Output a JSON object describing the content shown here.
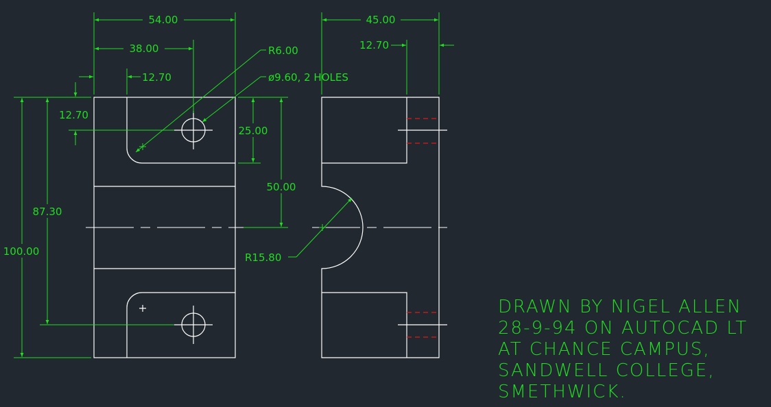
{
  "colors": {
    "background": "#212830",
    "geometry": "#ffffff",
    "dimensions": "#22dd22",
    "hidden_lines": "#e01818"
  },
  "dimensions": {
    "d54": "54.00",
    "d38": "38.00",
    "d12_top": "12.70",
    "r6": "R6.00",
    "holes": "ø9.60, 2 HOLES",
    "d12_left": "12.70",
    "d25": "25.00",
    "d50": "50.00",
    "d87": "87.30",
    "d100": "100.00",
    "r15": "R15.80",
    "d45": "45.00",
    "d12_side": "12.70"
  },
  "note": {
    "lines": [
      "DRAWN BY NIGEL ALLEN",
      "28-9-94 ON AUTOCAD LT",
      "AT CHANCE CAMPUS,",
      "SANDWELL COLLEGE,",
      "SMETHWICK."
    ]
  }
}
